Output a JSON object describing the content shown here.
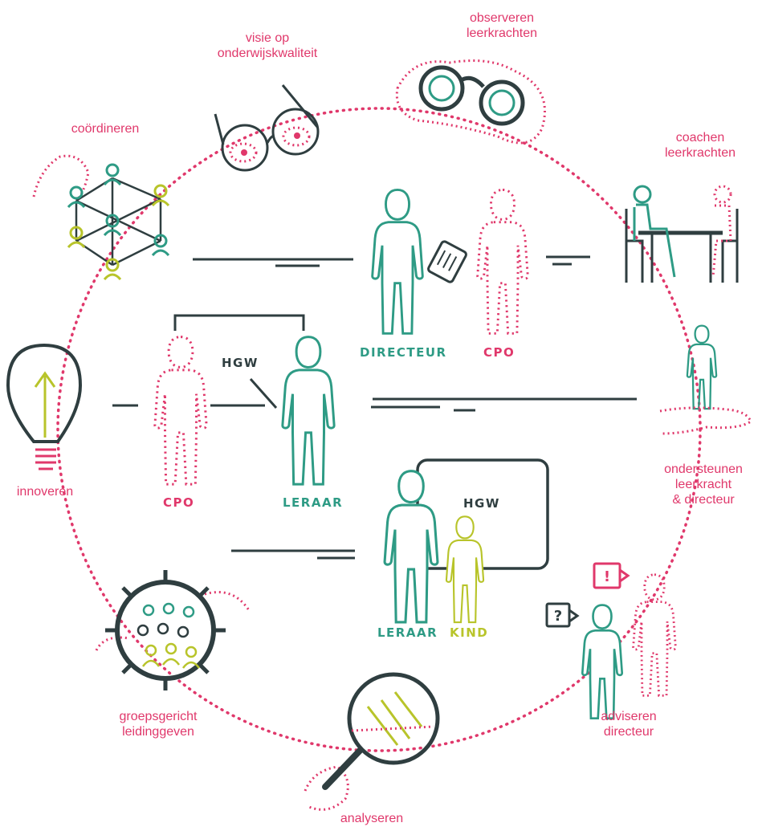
{
  "colors": {
    "pink": "#e0386b",
    "teal": "#2e9b85",
    "dark": "#2f3e40",
    "lime": "#b8c42a"
  },
  "activities": [
    {
      "id": "visie",
      "label": "visie op\nonderwijskwaliteit",
      "icon": "glasses-icon"
    },
    {
      "id": "observeren",
      "label": "observeren\nleerkrachten",
      "icon": "binoculars-icon"
    },
    {
      "id": "coachen",
      "label": "coachen\nleerkrachten",
      "icon": "coaching-table-icon"
    },
    {
      "id": "ondersteunen",
      "label": "ondersteunen\nleerkracht\n& directeur",
      "icon": "support-person-icon"
    },
    {
      "id": "adviseren",
      "label": "adviseren\ndirecteur",
      "icon": "advice-icon"
    },
    {
      "id": "analyseren",
      "label": "analyseren",
      "icon": "magnifier-icon"
    },
    {
      "id": "groepsgericht",
      "label": "groepsgericht\nleidinggeven",
      "icon": "group-lens-icon"
    },
    {
      "id": "innoveren",
      "label": "innoveren",
      "icon": "lightbulb-icon"
    },
    {
      "id": "coordineren",
      "label": "coördineren",
      "icon": "network-icon"
    }
  ],
  "roles": {
    "directeur": "DIRECTEUR",
    "cpo_top": "CPO",
    "cpo_mid": "CPO",
    "leraar_mid": "LERAAR",
    "leraar_bottom": "LERAAR",
    "kind": "KIND",
    "hgw_mid": "HGW",
    "hgw_bottom": "HGW"
  },
  "badges": {
    "exclamation": "!",
    "question": "?"
  }
}
